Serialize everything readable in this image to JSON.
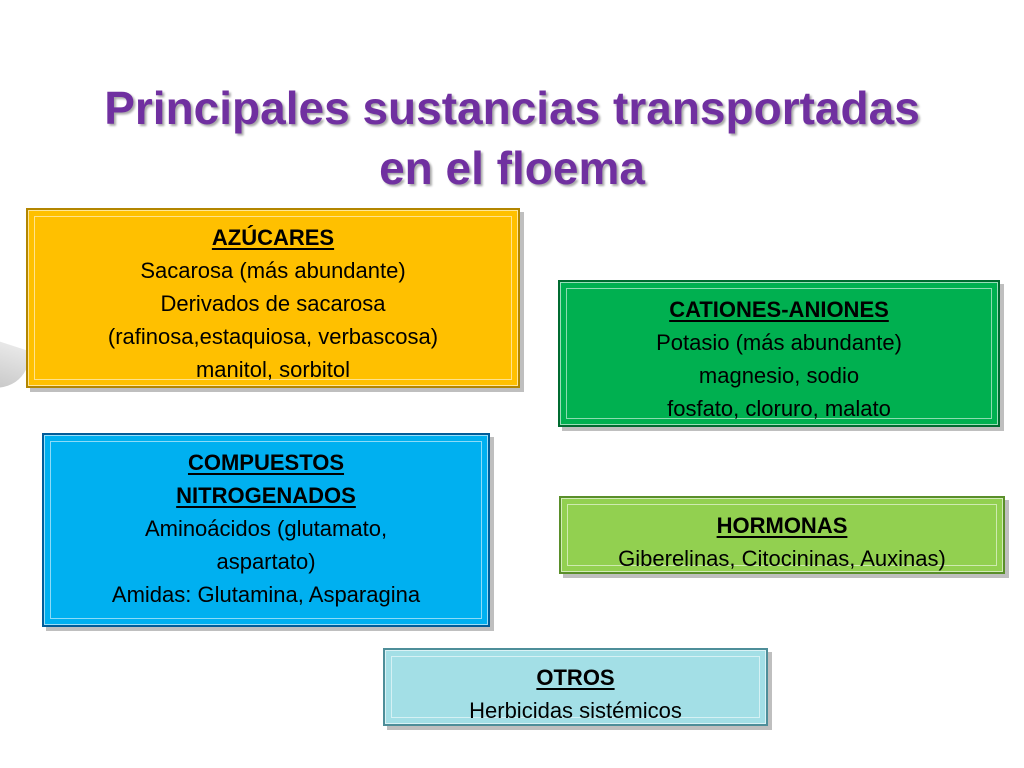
{
  "title": {
    "line1": "Principales sustancias transportadas",
    "line2": "en el floema"
  },
  "colors": {
    "title": "#7030a0",
    "sugars": "#ffc000",
    "ions": "#00b050",
    "nitrogen": "#00b0f0",
    "hormones": "#92d050",
    "others": "#a3dfe6"
  },
  "boxes": {
    "sugars": {
      "heading": "AZÚCARES",
      "lines": [
        "Sacarosa (más abundante)",
        "Derivados de sacarosa",
        "(rafinosa,estaquiosa, verbascosa)",
        "manitol, sorbitol"
      ]
    },
    "ions": {
      "heading": "CATIONES-ANIONES",
      "lines": [
        "Potasio (más abundante)",
        "magnesio, sodio",
        "fosfato, cloruro, malato"
      ]
    },
    "nitrogen": {
      "heading_line1": "COMPUESTOS",
      "heading_line2": "NITROGENADOS",
      "lines": [
        "Aminoácidos (glutamato,",
        "aspartato)",
        "Amidas: Glutamina, Asparagina"
      ]
    },
    "hormones": {
      "heading": "HORMONAS",
      "lines": [
        "Giberelinas, Citocininas, Auxinas)"
      ]
    },
    "others": {
      "heading": "OTROS",
      "lines": [
        "Herbicidas sistémicos"
      ]
    }
  }
}
